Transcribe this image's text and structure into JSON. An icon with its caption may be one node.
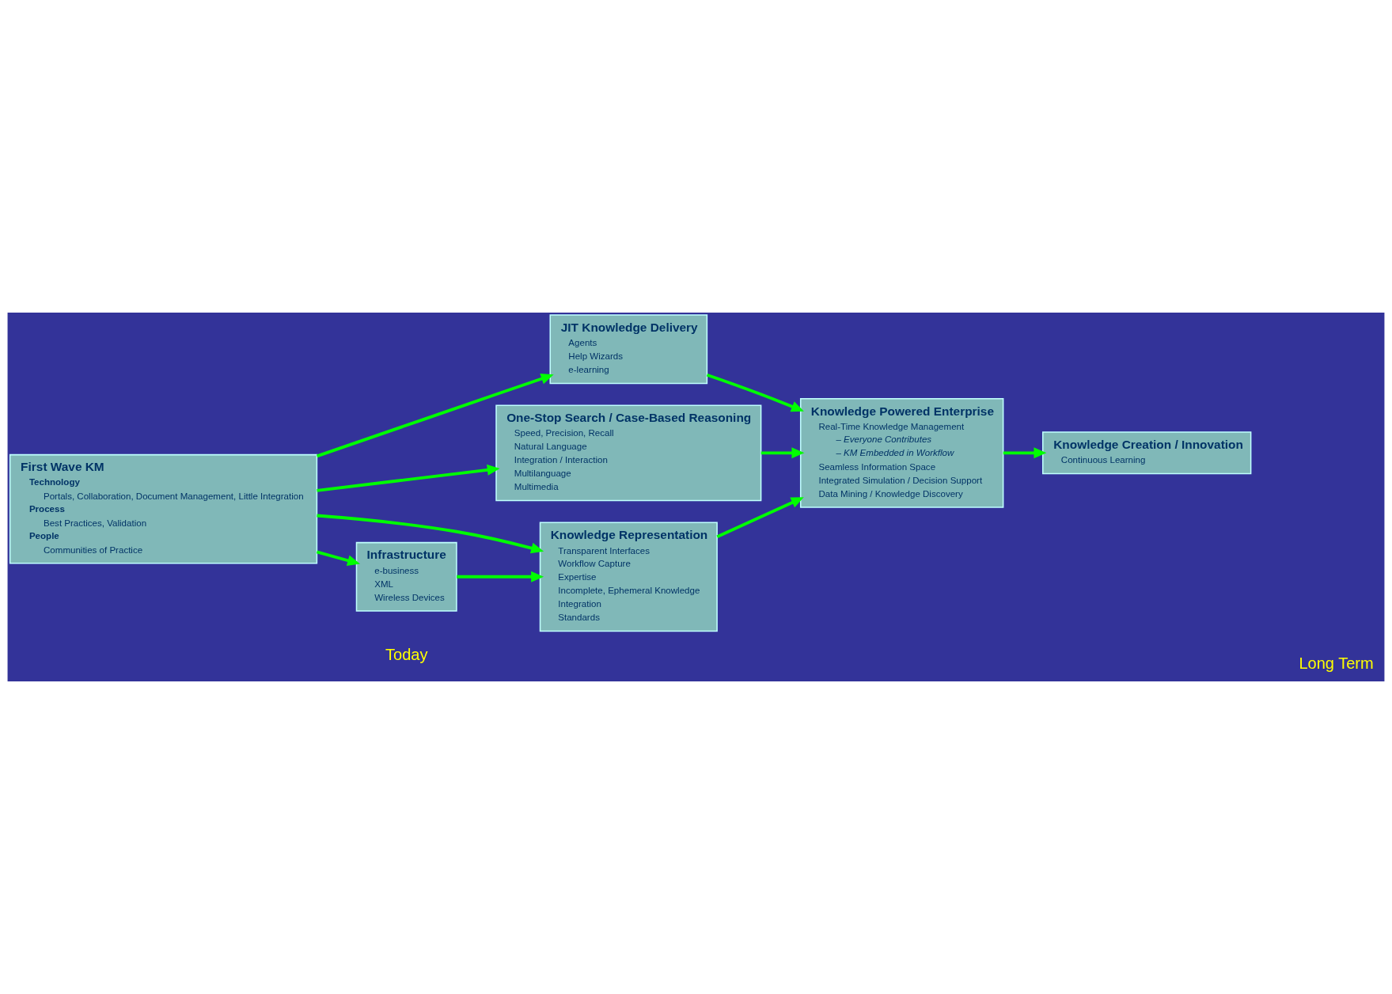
{
  "diagram": {
    "nodes": [
      {
        "text": [
          "First Wave KM",
          "Technology",
          "Portals, Collaboration, Document Management, Little Integration",
          "Process",
          "Best Practices, Validation",
          "People",
          "Communities of Practice"
        ]
      },
      {
        "text": [
          "JIT Knowledge Delivery",
          "Agents",
          "Help Wizards",
          "e-learning"
        ]
      },
      {
        "text": [
          "One-Stop Search / Case-Based Reasoning",
          "Speed, Precision, Recall",
          "Natural Language",
          "Integration / Interaction",
          "Multilanguage",
          "Multimedia"
        ]
      },
      {
        "text": [
          "Knowledge Representation",
          "Transparent Interfaces",
          "Workflow Capture",
          "Expertise",
          "Incomplete, Ephemeral Knowledge",
          "Integration",
          "Standards"
        ]
      },
      {
        "text": [
          "Infrastructure",
          "e-business",
          "XML",
          "Wireless Devices"
        ]
      },
      {
        "text": [
          "Knowledge Powered Enterprise",
          "Real-Time Knowledge Management",
          "– Everyone Contributes",
          "– KM Embedded in Workflow",
          "Seamless Information Space",
          "Integrated Simulation / Decision Support",
          "Data Mining / Knowledge Discovery"
        ]
      },
      {
        "text": [
          "Knowledge Creation / Innovation",
          "Continuous Learning"
        ]
      }
    ],
    "edges": [
      {
        "from": 0,
        "to": 1,
        "arrow": "to"
      },
      {
        "from": 0,
        "to": 2,
        "arrow": "to"
      },
      {
        "from": 0,
        "to": 3,
        "arrow": "to"
      },
      {
        "from": 0,
        "to": 4,
        "arrow": "to"
      },
      {
        "from": 4,
        "to": 3,
        "arrow": "to"
      },
      {
        "from": 1,
        "to": 5,
        "arrow": "to"
      },
      {
        "from": 2,
        "to": 5,
        "arrow": "to"
      },
      {
        "from": 3,
        "to": 5,
        "arrow": "to"
      },
      {
        "from": 5,
        "to": 6,
        "arrow": "to"
      }
    ],
    "labels": [
      "Today",
      "Long Term"
    ]
  }
}
